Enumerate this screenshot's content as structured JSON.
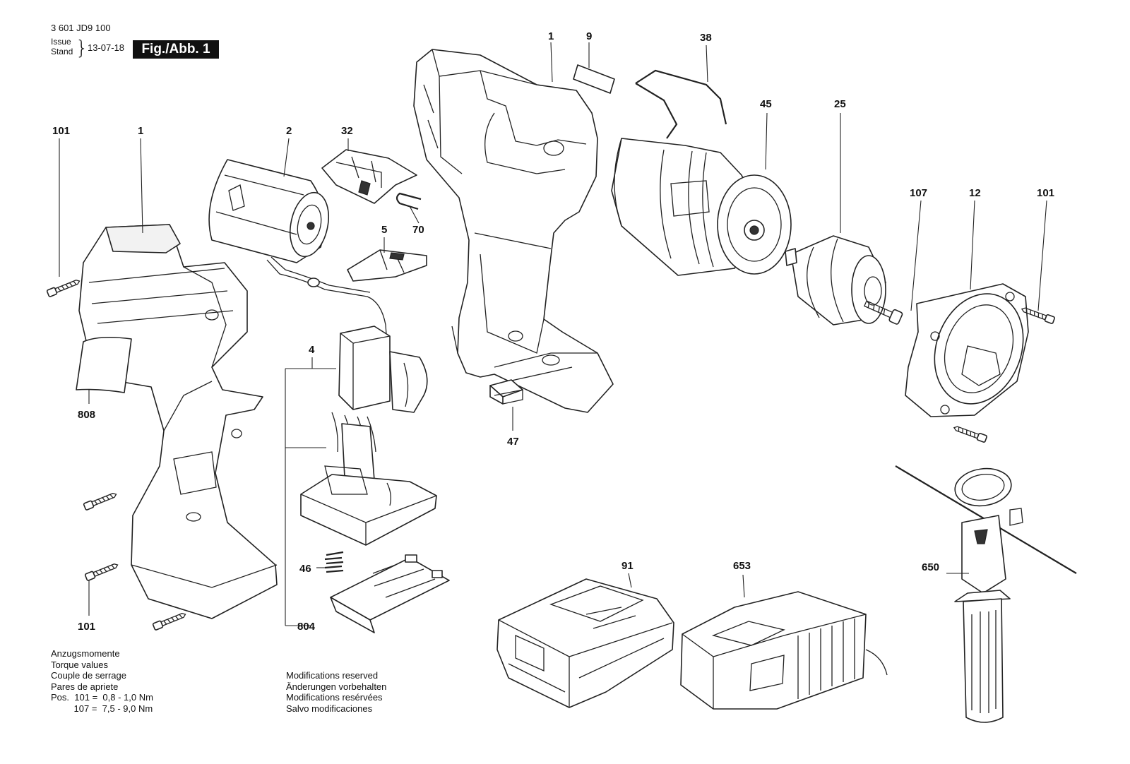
{
  "header": {
    "doc_number": "3 601 JD9 100",
    "issue_label": "Issue",
    "stand_label": "Stand",
    "date": "13-07-18",
    "figure_label": "Fig./Abb. 1"
  },
  "torque_notes": {
    "lines": [
      "Anzugsmomente",
      "Torque values",
      "Couple de serrage",
      "Pares de apriete"
    ],
    "pos_label": "Pos.",
    "values": [
      {
        "pos": "101",
        "range": "0,8 - 1,0 Nm"
      },
      {
        "pos": "107",
        "range": "7,5 - 9,0 Nm"
      }
    ]
  },
  "modification_notes": [
    "Modifications reserved",
    "Änderungen vorbehalten",
    "Modifications resérvées",
    "Salvo modificaciones"
  ],
  "part_labels": {
    "screw_101_top": "101",
    "housing_1_left": "1",
    "motor_2": "2",
    "part_32": "32",
    "part_70": "70",
    "part_5": "5",
    "label_808": "808",
    "switch_4": "4",
    "spring_46": "46",
    "plate_804": "804",
    "screw_101_bottom": "101",
    "housing_1_right": "1",
    "plate_9": "9",
    "spring_38": "38",
    "gearbox_45": "45",
    "chuck_25": "25",
    "screw_107": "107",
    "flange_12": "12",
    "screw_101_right": "101",
    "part_47": "47",
    "battery_91": "91",
    "charger_653": "653",
    "handle_650": "650"
  }
}
